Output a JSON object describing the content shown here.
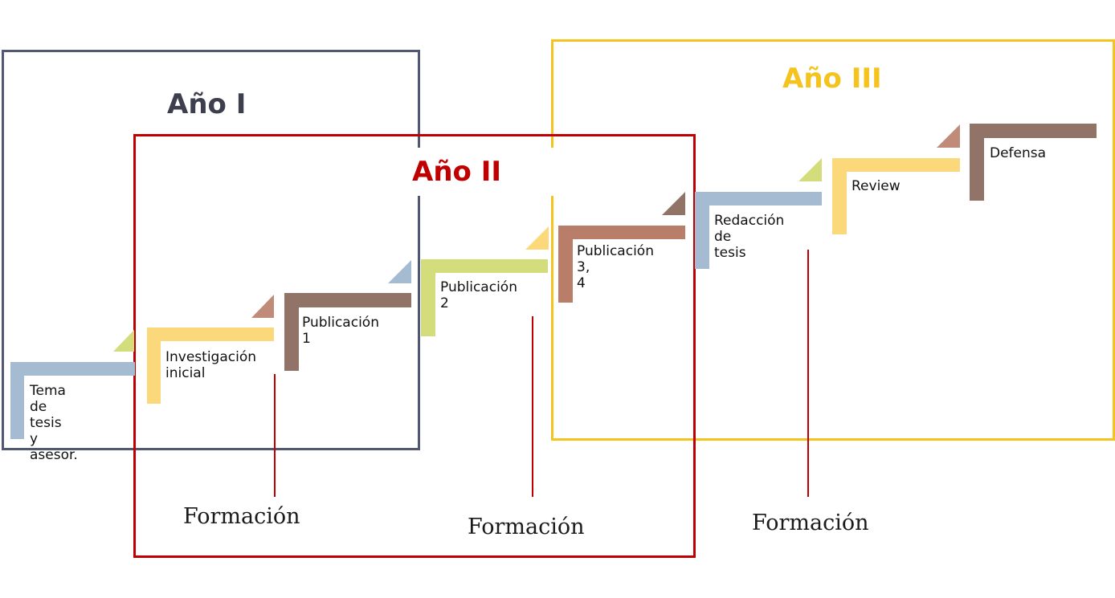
{
  "years": {
    "y1": {
      "label": "Año I",
      "color": "#3d3f4e"
    },
    "y2": {
      "label": "Año II",
      "color": "#c00000"
    },
    "y3": {
      "label": "Año III",
      "color": "#f4c31d"
    }
  },
  "steps": [
    {
      "label": "Tema de tesis\ny asesor.",
      "color": "#a5bbd2"
    },
    {
      "label": "Investigación\ninicial",
      "color": "#fbd97a"
    },
    {
      "label": "Publicación 1",
      "color": "#927367"
    },
    {
      "label": "Publicación 2",
      "color": "#d4dd7c"
    },
    {
      "label": "Publicación 3,\n4",
      "color": "#b87e6a"
    },
    {
      "label": "Redacción de\ntesis",
      "color": "#a5bbd2"
    },
    {
      "label": "Review",
      "color": "#fbd97a"
    },
    {
      "label": "Defensa",
      "color": "#927367"
    }
  ],
  "formacion": [
    "Formación",
    "Formación",
    "Formación"
  ]
}
